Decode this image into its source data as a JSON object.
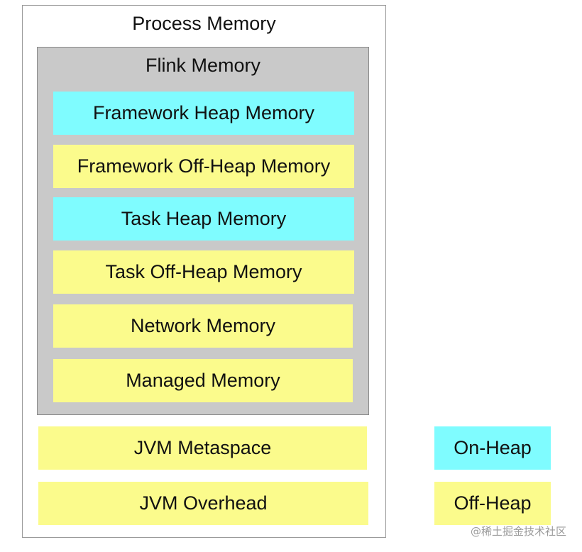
{
  "process": {
    "label": "Process Memory"
  },
  "flink": {
    "label": "Flink Memory",
    "components": [
      {
        "label": "Framework Heap Memory",
        "kind": "on-heap"
      },
      {
        "label": "Framework Off-Heap Memory",
        "kind": "off-heap"
      },
      {
        "label": "Task Heap Memory",
        "kind": "on-heap"
      },
      {
        "label": "Task Off-Heap Memory",
        "kind": "off-heap"
      },
      {
        "label": "Network Memory",
        "kind": "off-heap"
      },
      {
        "label": "Managed Memory",
        "kind": "off-heap"
      }
    ]
  },
  "jvm": {
    "metaspace_label": "JVM Metaspace",
    "overhead_label": "JVM Overhead"
  },
  "legend": {
    "on_heap_label": "On-Heap",
    "off_heap_label": "Off-Heap"
  },
  "colors": {
    "on_heap": "#7ffcff",
    "off_heap": "#fbfb8c",
    "flink_background": "#c9c9c9"
  },
  "watermark": "@稀土掘金技术社区"
}
